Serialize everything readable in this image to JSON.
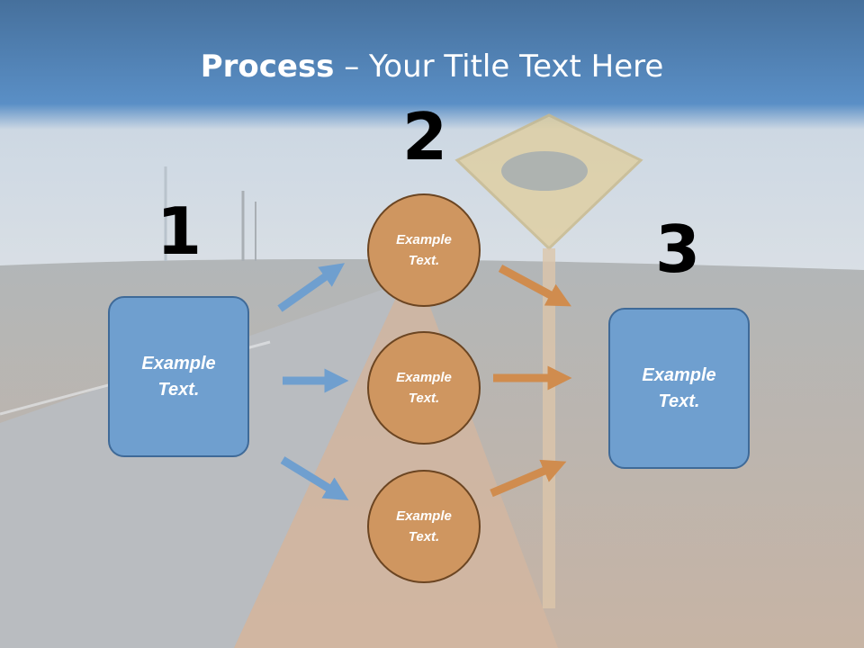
{
  "title": {
    "bold": "Process",
    "rest": " – Your Title Text Here"
  },
  "steps": {
    "one": "1",
    "two": "2",
    "three": "3"
  },
  "left_box": {
    "text": "Example Text."
  },
  "circles": [
    {
      "text": "Example Text."
    },
    {
      "text": "Example Text."
    },
    {
      "text": "Example Text."
    }
  ],
  "right_box": {
    "text": "Example Text."
  },
  "colors": {
    "header": "#4f81b9",
    "box_fill": "#6f9fcf",
    "circle_fill": "#cf9660",
    "blue_arrow": "#6f9fcf",
    "orange_arrow": "#d08c4e"
  }
}
